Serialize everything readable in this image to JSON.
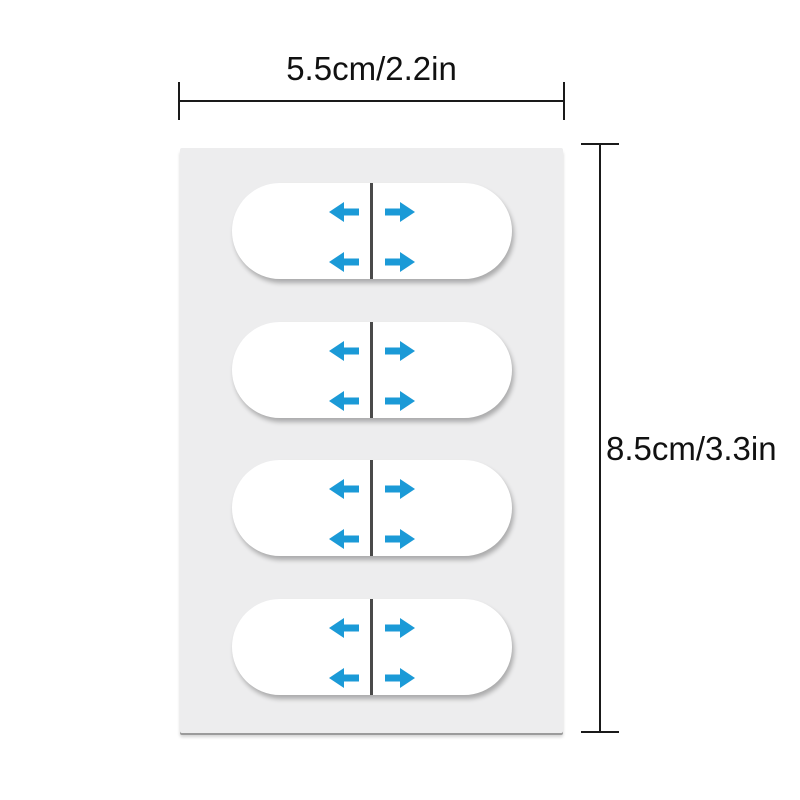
{
  "dimensions": {
    "width_label": "5.5cm/2.2in",
    "height_label": "8.5cm/3.3in"
  },
  "sheet": {
    "stickers": [
      {
        "arrows": [
          "arrow-left",
          "arrow-right",
          "arrow-left",
          "arrow-right"
        ]
      },
      {
        "arrows": [
          "arrow-left",
          "arrow-right",
          "arrow-left",
          "arrow-right"
        ]
      },
      {
        "arrows": [
          "arrow-left",
          "arrow-right",
          "arrow-left",
          "arrow-right"
        ]
      },
      {
        "arrows": [
          "arrow-left",
          "arrow-right",
          "arrow-left",
          "arrow-right"
        ]
      }
    ]
  },
  "colors": {
    "background": "#ffffff",
    "sheet": "#ededee",
    "sticker": "#ffffff",
    "arrow": "#1b9ad7",
    "divider": "#4a4a4a",
    "dimension_line": "#1a1a1a",
    "label_text": "#111111"
  }
}
